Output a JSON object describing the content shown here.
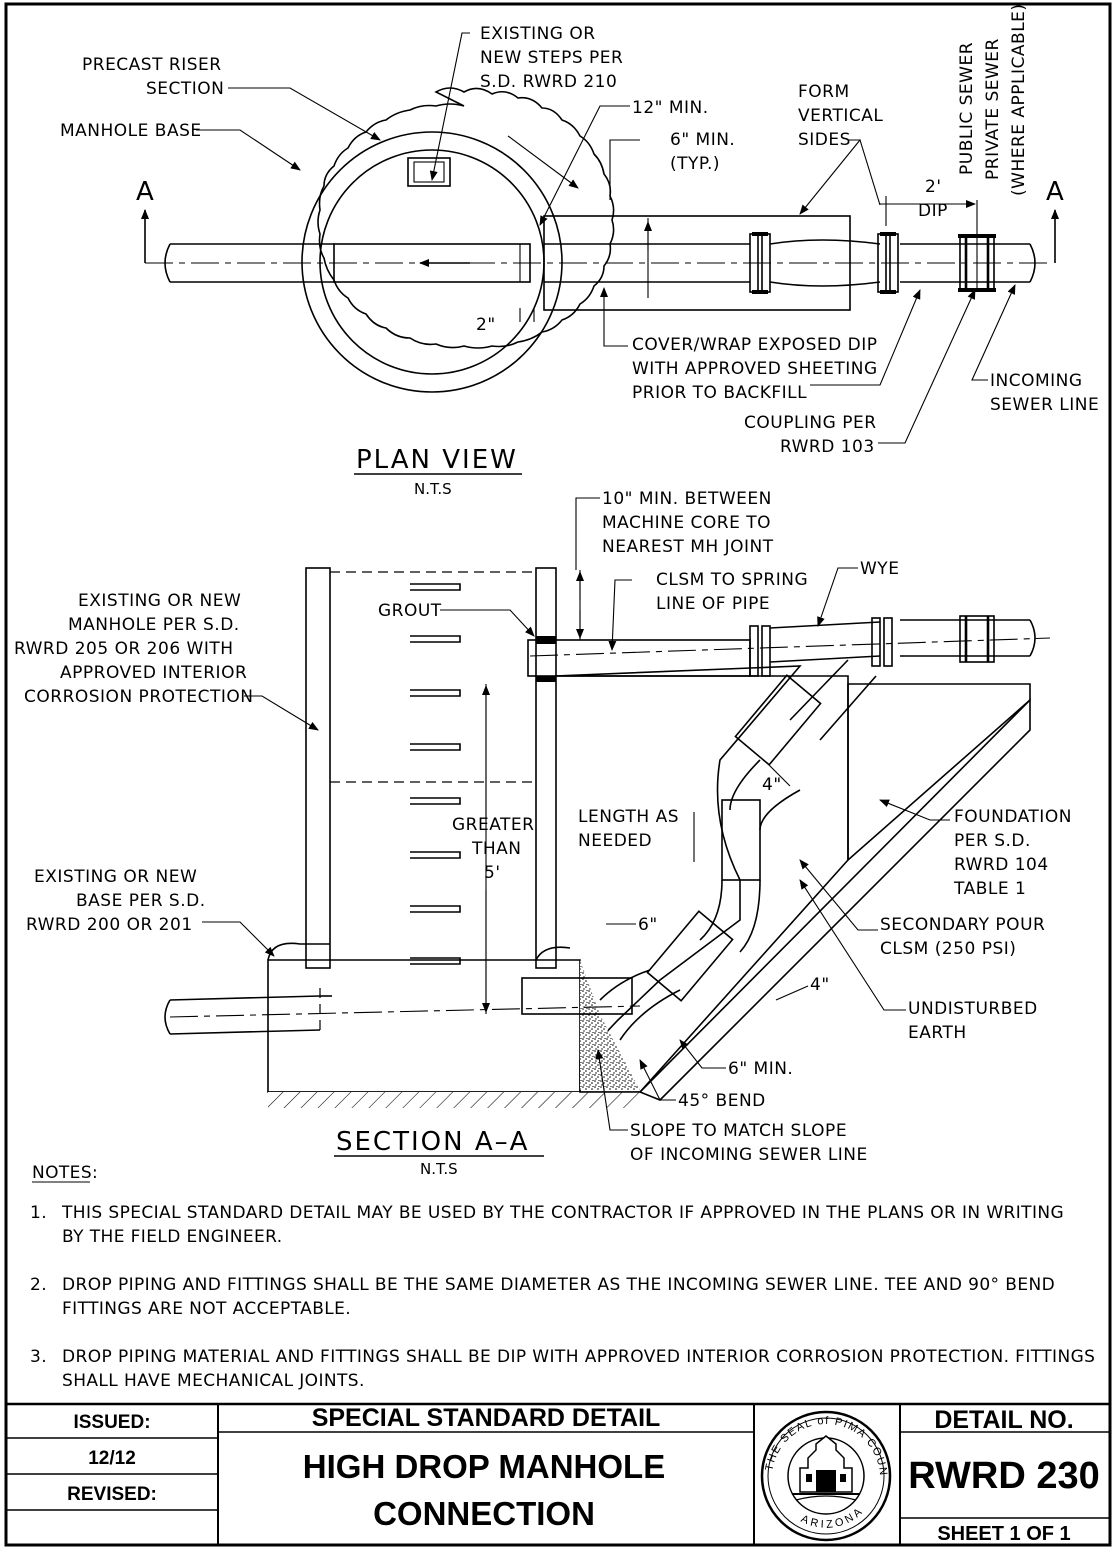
{
  "plan_view": {
    "title": "PLAN VIEW",
    "scale": "N.T.S",
    "section_marker_left": "A",
    "section_marker_right": "A",
    "labels": {
      "precast_riser": [
        "PRECAST RISER",
        "SECTION"
      ],
      "manhole_base": "MANHOLE BASE",
      "steps": [
        "EXISTING OR",
        "NEW STEPS PER",
        "S.D. RWRD 210"
      ],
      "min12": "12\" MIN.",
      "min6": [
        "6\" MIN.",
        "(TYP.)"
      ],
      "form_sides": [
        "FORM",
        "VERTICAL",
        "SIDES"
      ],
      "dip": [
        "2'",
        "DIP"
      ],
      "public_sewer": "PUBLIC SEWER",
      "private_sewer": [
        "PRIVATE SEWER",
        "(WHERE APPLICABLE)"
      ],
      "two_inch": "2\"",
      "cover_wrap": [
        "COVER/WRAP EXPOSED DIP",
        "WITH APPROVED SHEETING",
        "PRIOR TO BACKFILL"
      ],
      "incoming": [
        "INCOMING",
        "SEWER LINE"
      ],
      "coupling": [
        "COUPLING PER",
        "RWRD 103"
      ]
    }
  },
  "section_view": {
    "title": "SECTION A–A",
    "scale": "N.T.S",
    "labels": {
      "core": [
        "10\" MIN. BETWEEN",
        "MACHINE CORE TO",
        "NEAREST MH JOINT"
      ],
      "clsm_spring": [
        "CLSM TO SPRING",
        "LINE OF PIPE"
      ],
      "wye": "WYE",
      "grout": "GROUT",
      "existing_manhole": [
        "EXISTING OR NEW",
        "MANHOLE PER S.D.",
        "RWRD 205 OR 206 WITH",
        "APPROVED INTERIOR",
        "CORROSION PROTECTION"
      ],
      "greater_than": [
        "GREATER",
        "THAN",
        "5'"
      ],
      "length": [
        "LENGTH AS",
        "NEEDED"
      ],
      "four_a": "4\"",
      "foundation": [
        "FOUNDATION",
        "PER S.D.",
        "RWRD 104",
        "TABLE 1"
      ],
      "existing_base": [
        "EXISTING OR NEW",
        "BASE PER S.D.",
        "RWRD 200 OR 201"
      ],
      "six": "6\"",
      "secondary": [
        "SECONDARY POUR",
        "CLSM (250 PSI)"
      ],
      "four_b": "4\"",
      "undisturbed": [
        "UNDISTURBED",
        "EARTH"
      ],
      "six_min": "6\" MIN.",
      "bend45": "45° BEND",
      "slope": [
        "SLOPE TO MATCH SLOPE",
        "OF INCOMING SEWER LINE"
      ]
    }
  },
  "notes": {
    "heading": "NOTES:",
    "items": [
      {
        "num": "1.",
        "lines": [
          "THIS SPECIAL STANDARD DETAIL MAY BE USED BY THE CONTRACTOR IF APPROVED IN THE PLANS OR IN WRITING",
          "BY THE FIELD ENGINEER."
        ]
      },
      {
        "num": "2.",
        "lines": [
          "DROP PIPING AND FITTINGS SHALL BE THE SAME DIAMETER AS THE INCOMING SEWER LINE. TEE AND 90° BEND",
          "FITTINGS ARE NOT ACCEPTABLE."
        ]
      },
      {
        "num": "3.",
        "lines": [
          "DROP PIPING MATERIAL AND FITTINGS SHALL BE DIP WITH APPROVED INTERIOR CORROSION PROTECTION. FITTINGS",
          "SHALL HAVE MECHANICAL JOINTS."
        ]
      }
    ]
  },
  "title_block": {
    "issued_label": "ISSUED:",
    "issued_date": "12/12",
    "revised_label": "REVISED:",
    "header": "SPECIAL STANDARD DETAIL",
    "title_lines": [
      "HIGH DROP MANHOLE",
      "CONNECTION"
    ],
    "detail_no_label": "DETAIL NO.",
    "detail_no": "RWRD 230",
    "sheet": "SHEET 1 OF 1",
    "seal_text": "THE SEAL of PIMA COUNTY ARIZONA"
  }
}
